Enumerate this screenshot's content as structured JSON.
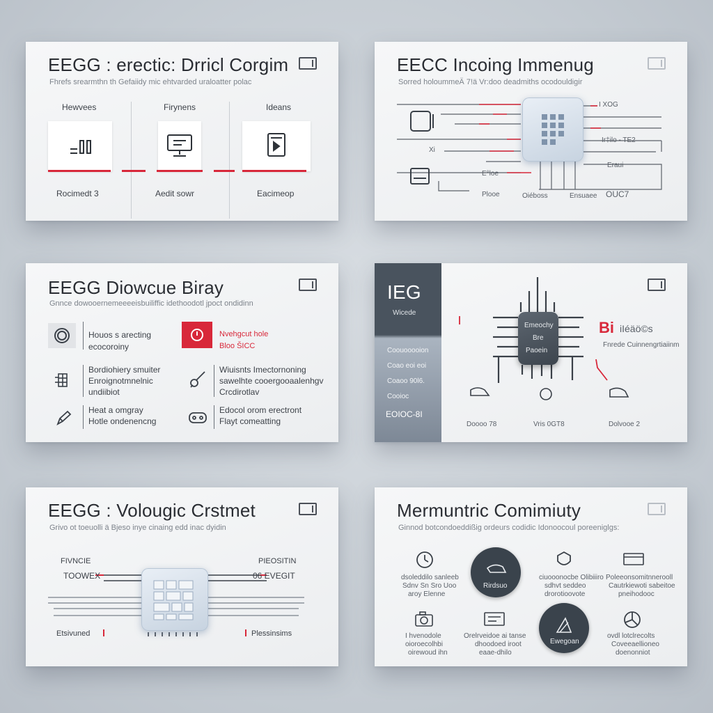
{
  "cards": {
    "c1": {
      "title": "EEGG : erectic: Drricl Corgim",
      "subtitle": "Fhrefs srearmthn th Gefaiidy mic ehtvarded uraloatter polac",
      "columns": [
        {
          "header": "Hewvees",
          "footer": "Rocimedt 3"
        },
        {
          "header": "Firynens",
          "footer": "Aedit sowr"
        },
        {
          "header": "Ideans",
          "footer": "Eacimeop"
        }
      ]
    },
    "c2": {
      "title": "EECC Incoing Immenug",
      "subtitle": "Sorred holoummeÄ 7!ä Vr:doo deadmiths ocodouldigir",
      "labels": {
        "r1": "I XOG",
        "r2": "Ir‡ilo - TE2",
        "r3": "Eraui",
        "l1": "Xi",
        "l2": "E°loe",
        "b1": "Plooe",
        "b2": "Oiéboss",
        "b3": "Ensuaee",
        "b4": "OUC7"
      }
    },
    "c3": {
      "title": "EEGG Diowcue Biray",
      "subtitle": "Gnnce dowooernemeeeeisbuiliffic idethoodotl jpoct ondidinn",
      "items": [
        {
          "line1": "Houos s arecting",
          "line2": "ecocoroiny"
        },
        {
          "line1": "Nvehgcut hole",
          "line2": "Bloo ŠICC"
        },
        {
          "line1": "Bordiohiery smuiter",
          "line2": "Enroignotmnelnic",
          "line3": "undiibiot"
        },
        {
          "line1": "Wiuisnts Imectornoning",
          "line2": "sawelhte cooergooaalenhgv",
          "line3": "Crcdirotlav"
        },
        {
          "line1": "Heat a omgray",
          "line2": "Hotle ondenencng"
        },
        {
          "line1": "Edocol orom erectront",
          "line2": "Flayt comeatting"
        }
      ]
    },
    "c4": {
      "panel_title": "IEG",
      "panel_sub": "Wicede",
      "panel_items": [
        "Coouooooion",
        "Coao eoi eoi",
        "Coaoo 90l6.",
        "Cooioc",
        "EOIOC-8I"
      ],
      "chip_text": [
        "Emeochy",
        "Bre",
        "Paoein"
      ],
      "red_label": "Bi",
      "red_side": "iIéäö©s",
      "side_sub": "Fnrede Cuinnengrtiaiinm",
      "bottoms": [
        "Doooo 78",
        "Vris 0GT8",
        "Dolvooe 2"
      ]
    },
    "c5": {
      "title": "EEGG : Volougic Crstmet",
      "subtitle": "Grivo ot toeuolli ä Bjeso inye cinaing edd inac dyidin",
      "tl1": "FIVNCIE",
      "tl2": "TOOWEX",
      "tr1": "PIEOSITIN",
      "tr2": "06 EVEGIT",
      "bl": "Etsivuned",
      "br": "Plessinsims"
    },
    "c6": {
      "title": "Mermuntric Comimiuty",
      "subtitle": "Ginnod botcondoeddißig ordeurs codidic Idonoocoul poreeniglgs:",
      "row1": [
        "dsoleddilo sanleeb",
        "Rirdsuo",
        "ciuooonocbe Olibiiiro",
        "Poleeonsomitnnerooll"
      ],
      "row1b": [
        "Sdnv Sn Sro Uoo",
        "",
        "sdhvt seddeo",
        "Cautrkiewoti sabeitoe"
      ],
      "row1c": [
        "aroy Elenne",
        "",
        "drorotioovote",
        "pneihodooc"
      ],
      "row2": [
        "I hvenodole",
        "Orelrveidoe ai tanse",
        "Ewegoan",
        "ovdl lotclrecolts"
      ],
      "row2b": [
        "oioroecolhbi",
        "dhoodoed iroot",
        "",
        "Coveeaellioneo"
      ],
      "row2c": [
        "oirewoud ihn",
        "eaae-dhilo",
        "",
        "doenonniot"
      ]
    }
  },
  "colors": {
    "accent_red": "#d8283a",
    "dark_slate": "#3a434c",
    "chip_blue": "#c7d3e0"
  }
}
